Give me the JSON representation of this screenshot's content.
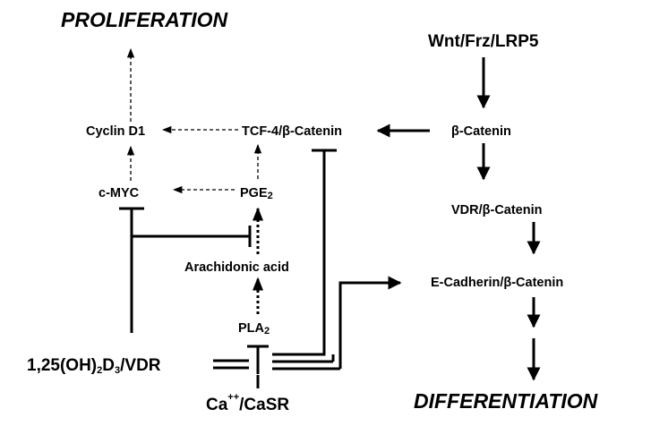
{
  "nodes": {
    "proliferation": "PROLIFERATION",
    "differentiation": "DIFFERENTIATION",
    "wnt": "Wnt/Frz/LRP5",
    "beta_catenin": "β-Catenin",
    "tcf4": "TCF-4/β-Catenin",
    "cyclin_d1": "Cyclin D1",
    "c_myc": "c-MYC",
    "pge2": {
      "main": "PGE",
      "sub": "2"
    },
    "arachidonic": "Arachidonic acid",
    "pla2": {
      "main": "PLA",
      "sub": "2"
    },
    "vdr_beta": "VDR/β-Catenin",
    "ecadherin": "E-Cadherin/β-Catenin",
    "vitd": {
      "p1": "1,25(OH)",
      "s1": "2",
      "p2": "D",
      "s2": "3",
      "p3": "/VDR"
    },
    "ca": {
      "main": "Ca",
      "sup": "++",
      "rest": "/CaSR"
    }
  }
}
